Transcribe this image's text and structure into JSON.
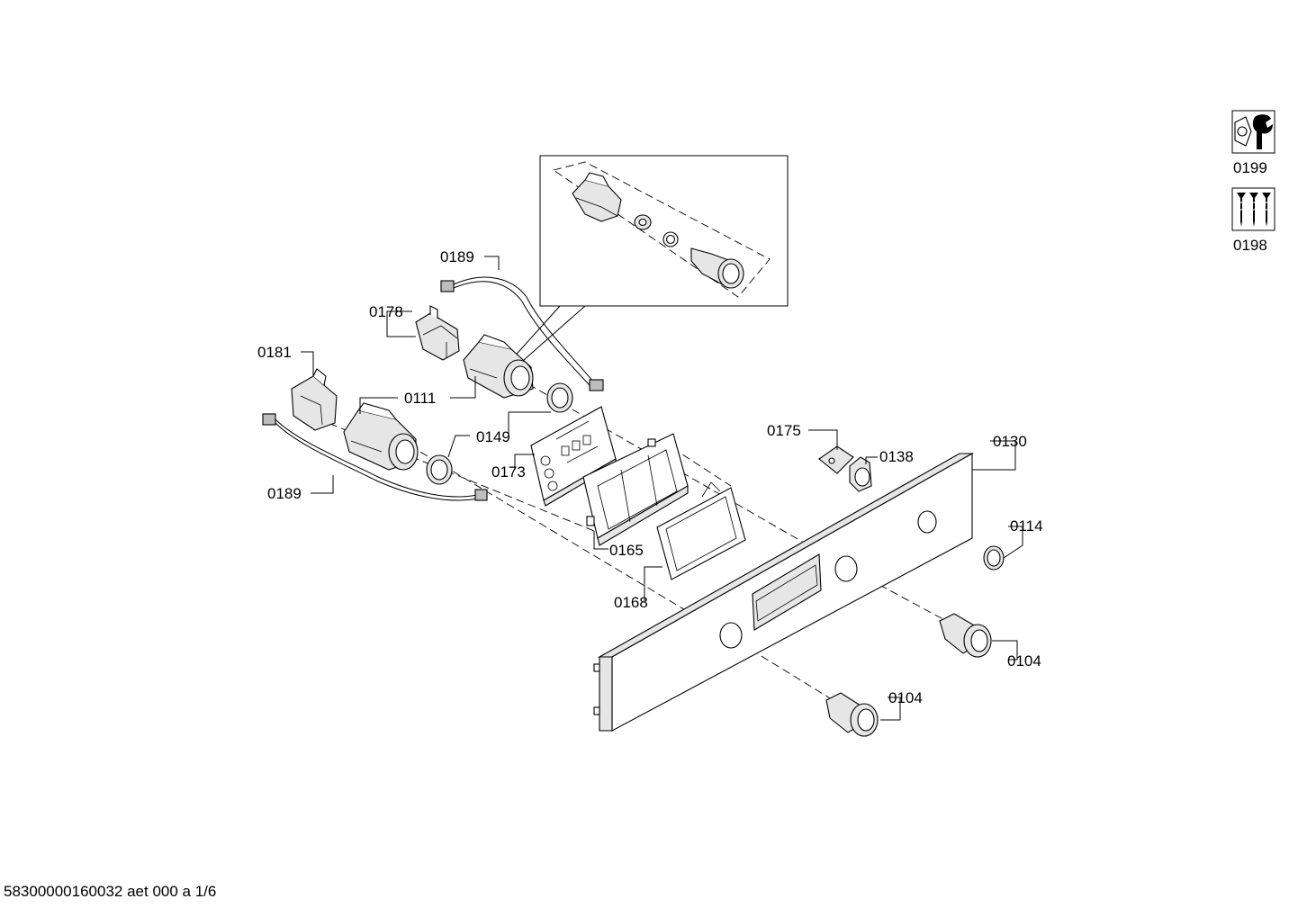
{
  "labels": {
    "p0189_top": "0189",
    "p0178": "0178",
    "p0181": "0181",
    "p0111": "0111",
    "p0149": "0149",
    "p0173": "0173",
    "p0189_bottom": "0189",
    "p0165": "0165",
    "p0168": "0168",
    "p0175": "0175",
    "p0138": "0138",
    "p0130": "0130",
    "p0114": "0114",
    "p0104_right": "0104",
    "p0104_bottom": "0104",
    "p0199": "0199",
    "p0198": "0198"
  },
  "icons": {
    "p0199": "tool-wrench-icon",
    "p0198": "screws-icon"
  },
  "footer": {
    "document_code": "58300000160032 aet 000 a 1/6"
  }
}
